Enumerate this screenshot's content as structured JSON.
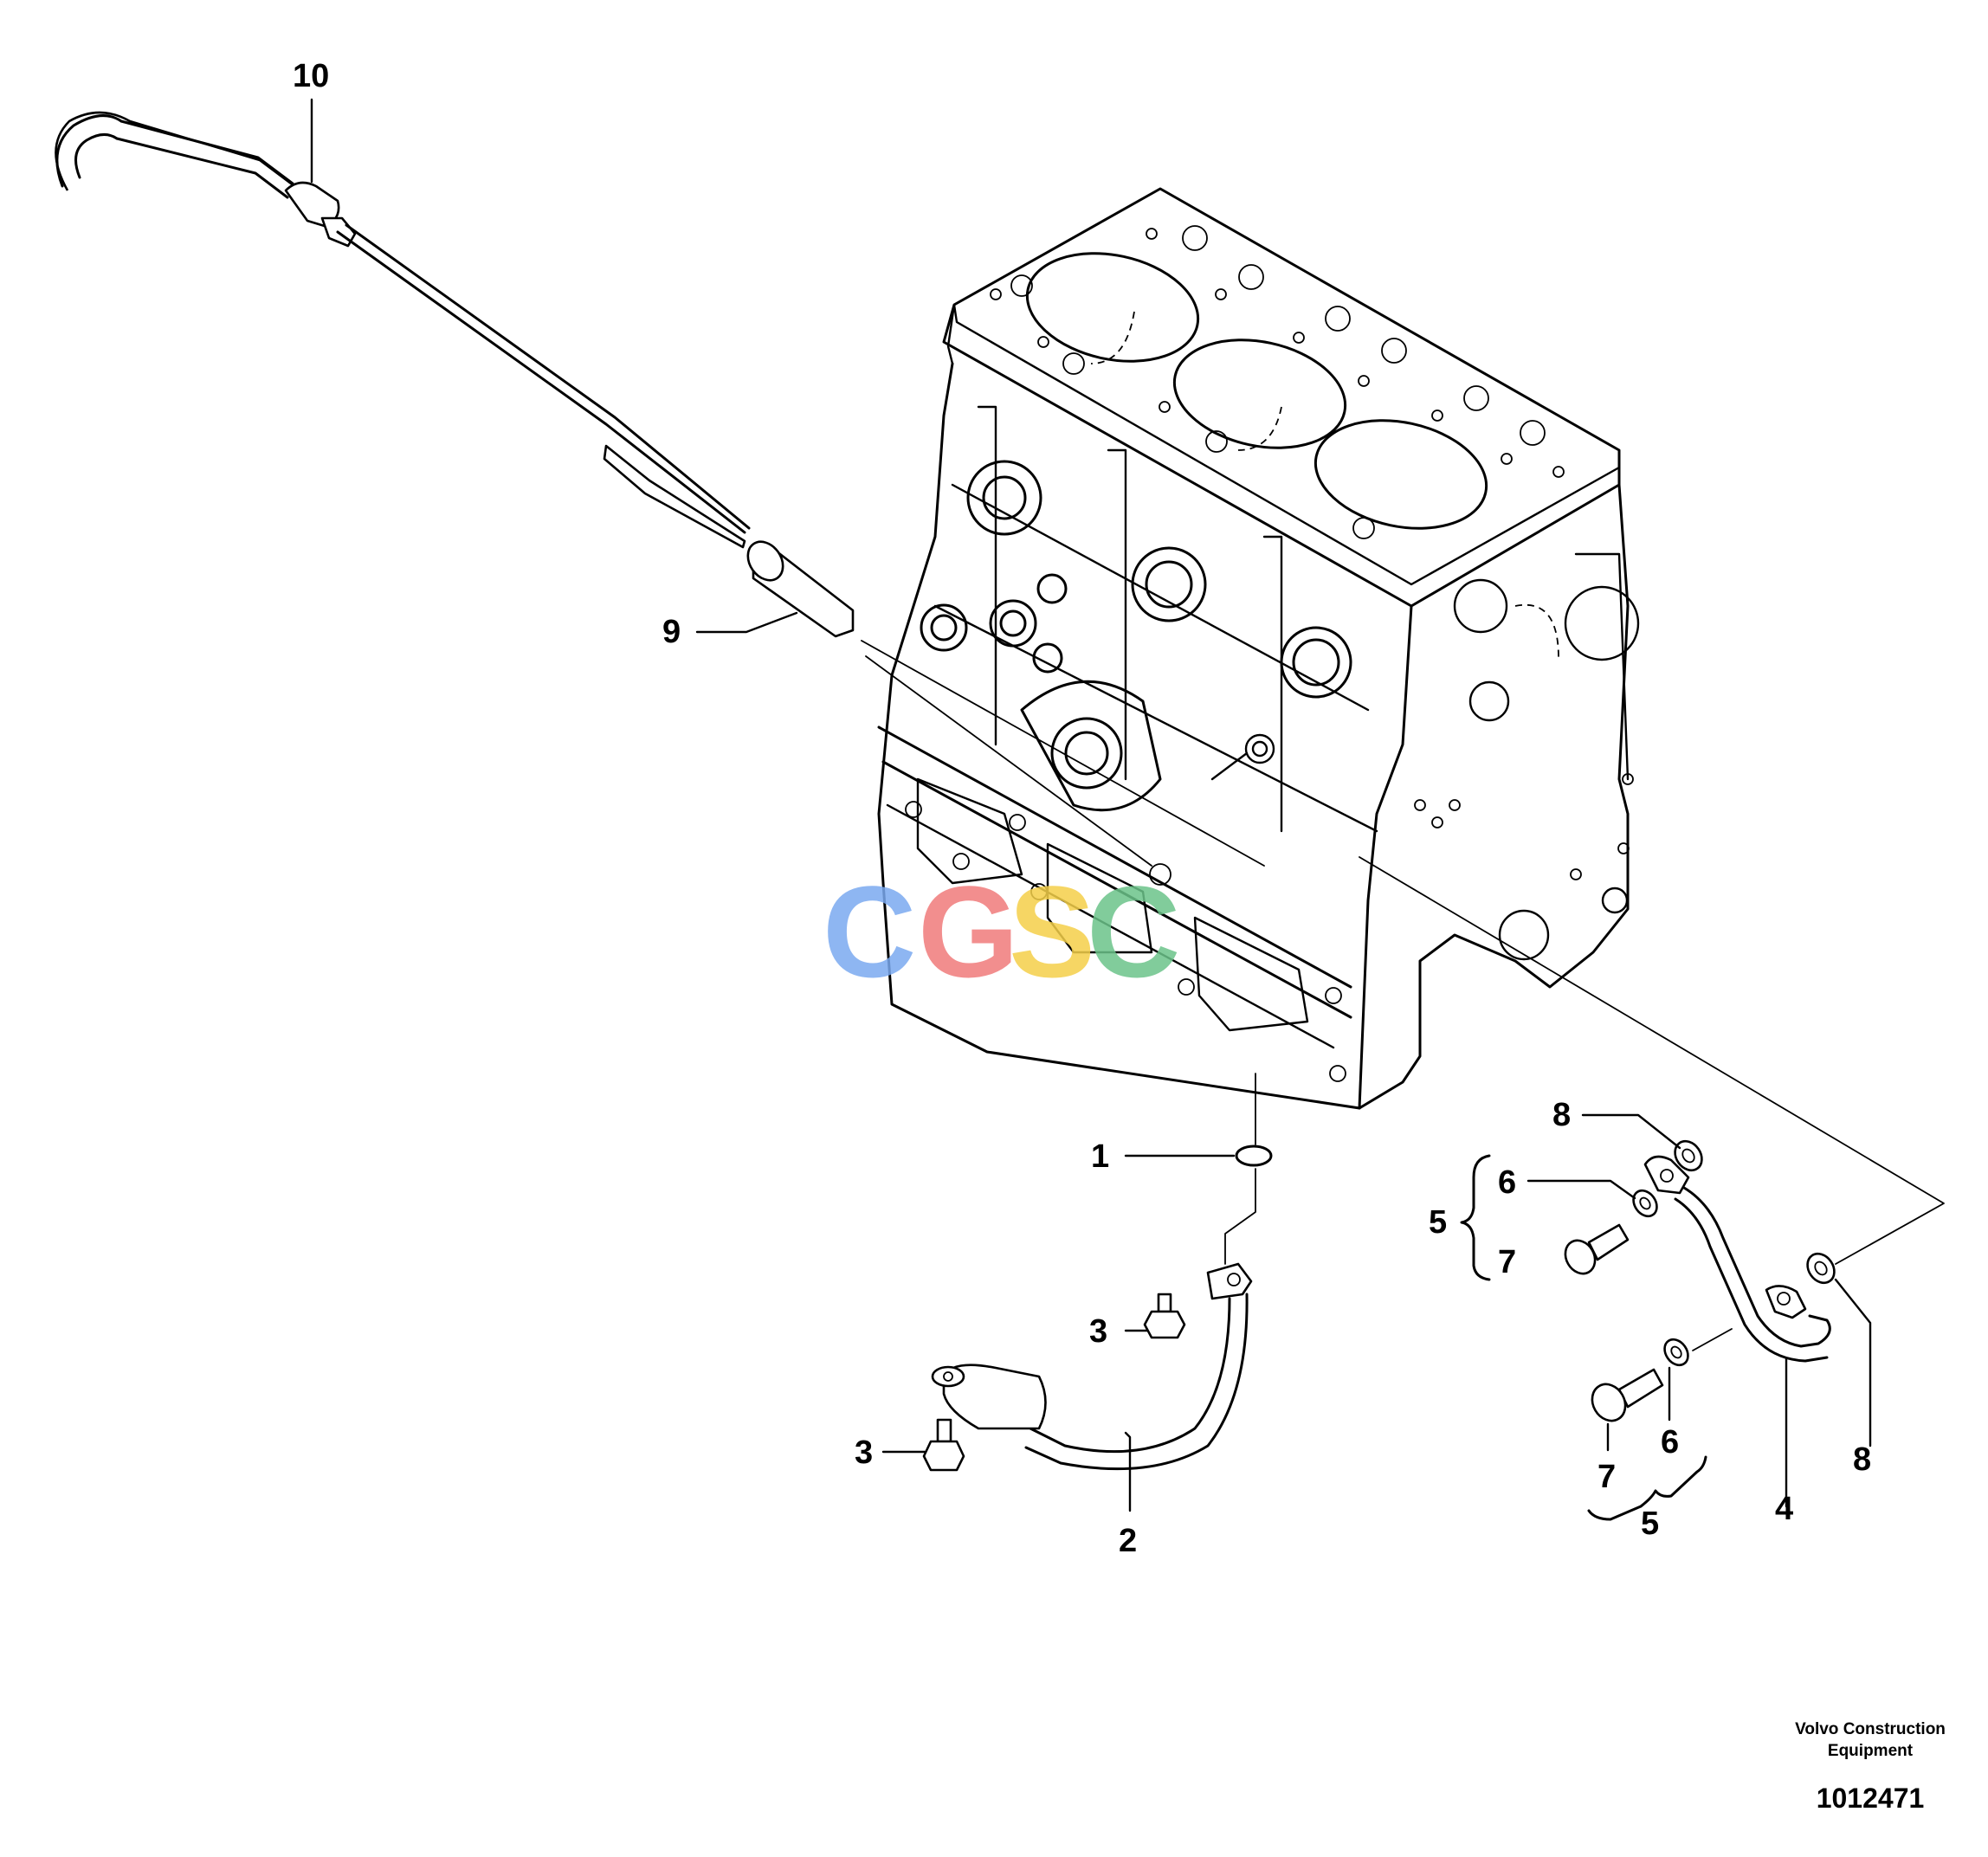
{
  "callouts": {
    "c1": "1",
    "c2": "2",
    "c3a": "3",
    "c3b": "3",
    "c4": "4",
    "c5a": "5",
    "c5b": "5",
    "c6a": "6",
    "c6b": "6",
    "c7a": "7",
    "c7b": "7",
    "c8a": "8",
    "c8b": "8",
    "c9": "9",
    "c10": "10"
  },
  "watermark": {
    "letters": [
      "C",
      "G",
      "S",
      "C"
    ],
    "colors": [
      "#7baaf0",
      "#f07b7b",
      "#f5d04a",
      "#6cc48a"
    ]
  },
  "footer": {
    "company_line1": "Volvo Construction",
    "company_line2": "Equipment",
    "reference": "1012471"
  }
}
